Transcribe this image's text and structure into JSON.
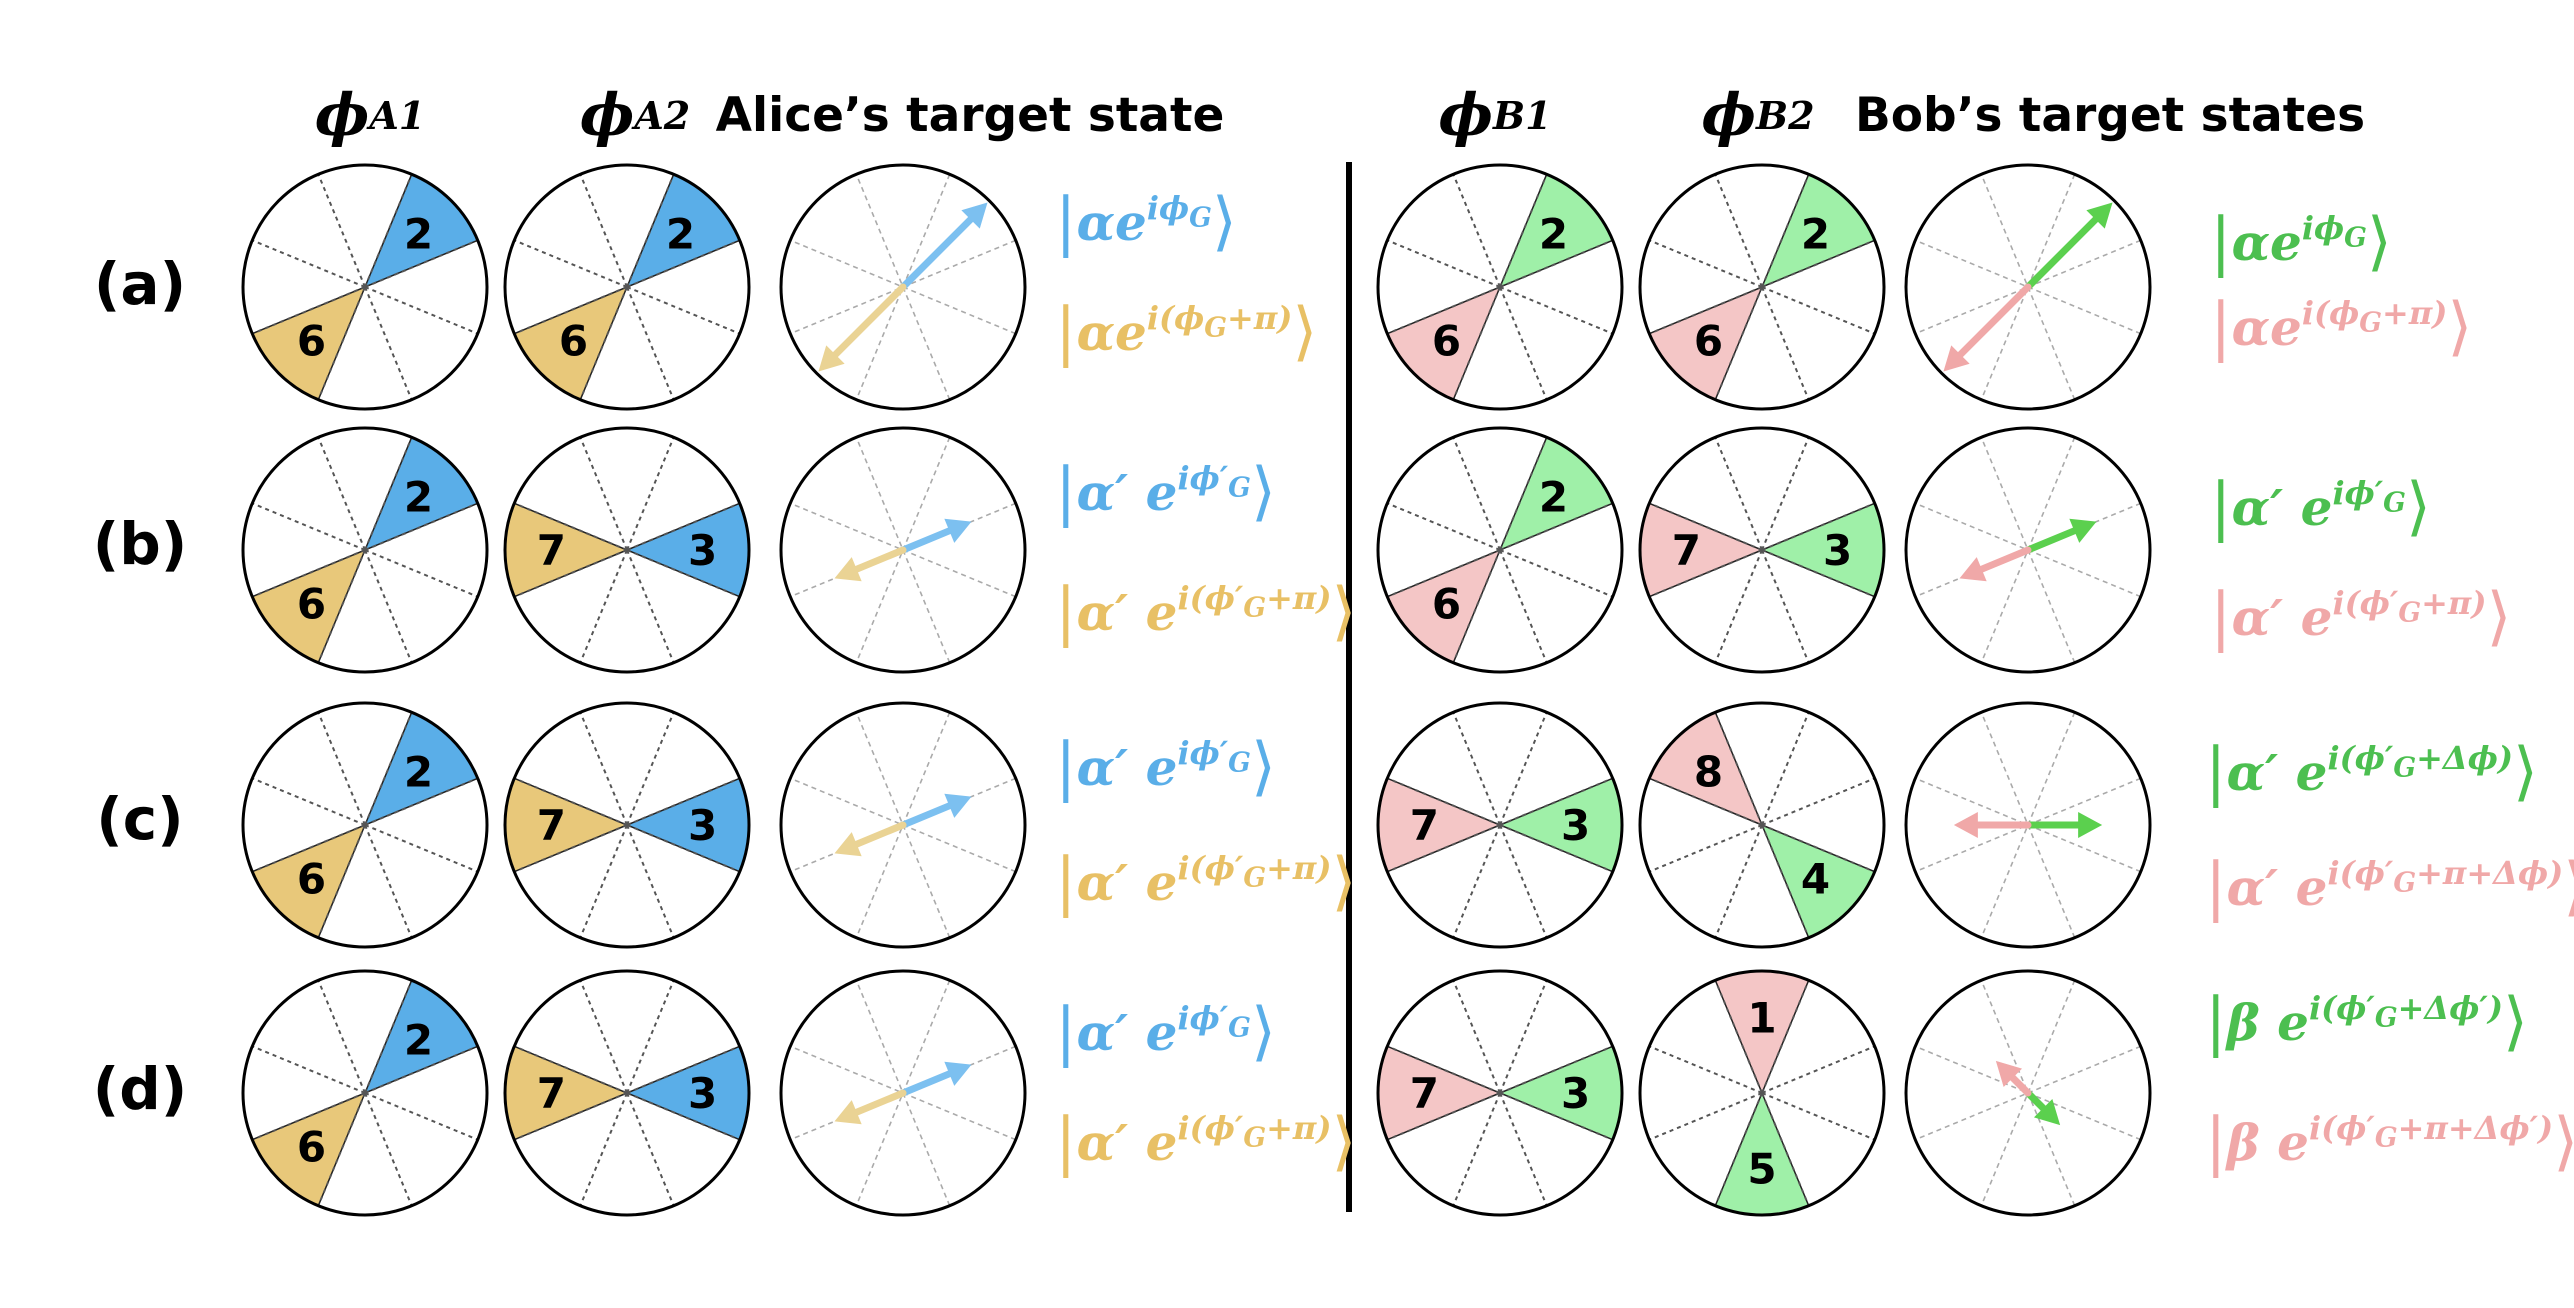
{
  "headers": {
    "phi_A1": {
      "symbol": "ϕ",
      "sub": "A1"
    },
    "phi_A2": {
      "symbol": "ϕ",
      "sub": "A2"
    },
    "alice_target": "Alice’s target state",
    "phi_B1": {
      "symbol": "ϕ",
      "sub": "B1"
    },
    "phi_B2": {
      "symbol": "ϕ",
      "sub": "B2"
    },
    "bob_target": "Bob’s target states"
  },
  "colors": {
    "blue": "#5aaee8",
    "yellow": "#e8c87a",
    "green": "#9ff0a8",
    "pink": "#f4c6c6",
    "arrow_blue": "#7cc0f0",
    "arrow_yellow": "#ead394",
    "arrow_green": "#5bd04e",
    "arrow_pink": "#f0a8a8"
  },
  "rows": [
    {
      "label": "(a)",
      "A1": [
        {
          "n": "2",
          "color": "blue"
        },
        {
          "n": "6",
          "color": "yellow"
        }
      ],
      "A2": [
        {
          "n": "2",
          "color": "blue"
        },
        {
          "n": "6",
          "color": "yellow"
        }
      ],
      "B1": [
        {
          "n": "2",
          "color": "green"
        },
        {
          "n": "6",
          "color": "pink"
        }
      ],
      "B2": [
        {
          "n": "2",
          "color": "green"
        },
        {
          "n": "6",
          "color": "pink"
        }
      ],
      "alice_arrows": [
        {
          "color": "arrow_blue",
          "sector": 2,
          "length": 1.0
        },
        {
          "color": "arrow_yellow",
          "sector": 6,
          "length": 1.0
        }
      ],
      "bob_arrows": [
        {
          "color": "arrow_green",
          "sector": 2,
          "length": 1.0
        },
        {
          "color": "arrow_pink",
          "sector": 6,
          "length": 1.0
        }
      ],
      "alice_kets": [
        {
          "color": "blue",
          "base": "αe",
          "exp": "iϕ",
          "exp_sub": "G"
        },
        {
          "color": "yellow",
          "base": "αe",
          "exp": "i(ϕ",
          "exp_sub": "G",
          "exp_tail": "+π)"
        }
      ],
      "bob_kets": [
        {
          "color": "green",
          "base": "αe",
          "exp": "iϕ",
          "exp_sub": "G"
        },
        {
          "color": "pink",
          "base": "αe",
          "exp": "i(ϕ",
          "exp_sub": "G",
          "exp_tail": "+π)"
        }
      ]
    },
    {
      "label": "(b)",
      "A1": [
        {
          "n": "2",
          "color": "blue"
        },
        {
          "n": "6",
          "color": "yellow"
        }
      ],
      "A2": [
        {
          "n": "3",
          "color": "blue"
        },
        {
          "n": "7",
          "color": "yellow"
        }
      ],
      "B1": [
        {
          "n": "2",
          "color": "green"
        },
        {
          "n": "6",
          "color": "pink"
        }
      ],
      "B2": [
        {
          "n": "3",
          "color": "green"
        },
        {
          "n": "7",
          "color": "pink"
        }
      ],
      "alice_arrows": [
        {
          "color": "arrow_blue",
          "sector": 2.5,
          "length": 0.62
        },
        {
          "color": "arrow_yellow",
          "sector": 6.5,
          "length": 0.62
        }
      ],
      "bob_arrows": [
        {
          "color": "arrow_green",
          "sector": 2.5,
          "length": 0.62
        },
        {
          "color": "arrow_pink",
          "sector": 6.5,
          "length": 0.62
        }
      ],
      "alice_kets": [
        {
          "color": "blue",
          "base": "α′ e",
          "exp": "iϕ′",
          "exp_sub": "G"
        },
        {
          "color": "yellow",
          "base": "α′ e",
          "exp": "i(ϕ′",
          "exp_sub": "G",
          "exp_tail": "+π)"
        }
      ],
      "bob_kets": [
        {
          "color": "green",
          "base": "α′ e",
          "exp": "iϕ′",
          "exp_sub": "G"
        },
        {
          "color": "pink",
          "base": "α′ e",
          "exp": "i(ϕ′",
          "exp_sub": "G",
          "exp_tail": "+π)"
        }
      ]
    },
    {
      "label": "(c)",
      "A1": [
        {
          "n": "2",
          "color": "blue"
        },
        {
          "n": "6",
          "color": "yellow"
        }
      ],
      "A2": [
        {
          "n": "3",
          "color": "blue"
        },
        {
          "n": "7",
          "color": "yellow"
        }
      ],
      "B1": [
        {
          "n": "3",
          "color": "green"
        },
        {
          "n": "7",
          "color": "pink"
        }
      ],
      "B2": [
        {
          "n": "4",
          "color": "green"
        },
        {
          "n": "8",
          "color": "pink"
        }
      ],
      "alice_arrows": [
        {
          "color": "arrow_blue",
          "sector": 2.5,
          "length": 0.62
        },
        {
          "color": "arrow_yellow",
          "sector": 6.5,
          "length": 0.62
        }
      ],
      "bob_arrows": [
        {
          "color": "arrow_green",
          "sector": 3.0,
          "length": 0.62
        },
        {
          "color": "arrow_pink",
          "sector": 7.0,
          "length": 0.62
        }
      ],
      "alice_kets": [
        {
          "color": "blue",
          "base": "α′ e",
          "exp": "iϕ′",
          "exp_sub": "G"
        },
        {
          "color": "yellow",
          "base": "α′ e",
          "exp": "i(ϕ′",
          "exp_sub": "G",
          "exp_tail": "+π)"
        }
      ],
      "bob_kets": [
        {
          "color": "green",
          "base": "α′ e",
          "exp": "i(ϕ′",
          "exp_sub": "G",
          "exp_tail": "+Δϕ)"
        },
        {
          "color": "pink",
          "base": "α′ e",
          "exp": "i(ϕ′",
          "exp_sub": "G",
          "exp_tail": "+π+Δϕ)"
        }
      ]
    },
    {
      "label": "(d)",
      "A1": [
        {
          "n": "2",
          "color": "blue"
        },
        {
          "n": "6",
          "color": "yellow"
        }
      ],
      "A2": [
        {
          "n": "3",
          "color": "blue"
        },
        {
          "n": "7",
          "color": "yellow"
        }
      ],
      "B1": [
        {
          "n": "3",
          "color": "green"
        },
        {
          "n": "7",
          "color": "pink"
        }
      ],
      "B2": [
        {
          "n": "5",
          "color": "green"
        },
        {
          "n": "1",
          "color": "pink"
        }
      ],
      "alice_arrows": [
        {
          "color": "arrow_blue",
          "sector": 2.5,
          "length": 0.62
        },
        {
          "color": "arrow_yellow",
          "sector": 6.5,
          "length": 0.62
        }
      ],
      "bob_arrows": [
        {
          "color": "arrow_green",
          "sector": 4.0,
          "length": 0.38
        },
        {
          "color": "arrow_pink",
          "sector": 8.0,
          "length": 0.38
        }
      ],
      "alice_kets": [
        {
          "color": "blue",
          "base": "α′ e",
          "exp": "iϕ′",
          "exp_sub": "G"
        },
        {
          "color": "yellow",
          "base": "α′ e",
          "exp": "i(ϕ′",
          "exp_sub": "G",
          "exp_tail": "+π)"
        }
      ],
      "bob_kets": [
        {
          "color": "green",
          "base": "β e",
          "exp": "i(ϕ′",
          "exp_sub": "G",
          "exp_tail": "+Δϕ′)"
        },
        {
          "color": "pink",
          "base": "β e",
          "exp": "i(ϕ′",
          "exp_sub": "G",
          "exp_tail": "+π+Δϕ′)"
        }
      ]
    }
  ]
}
